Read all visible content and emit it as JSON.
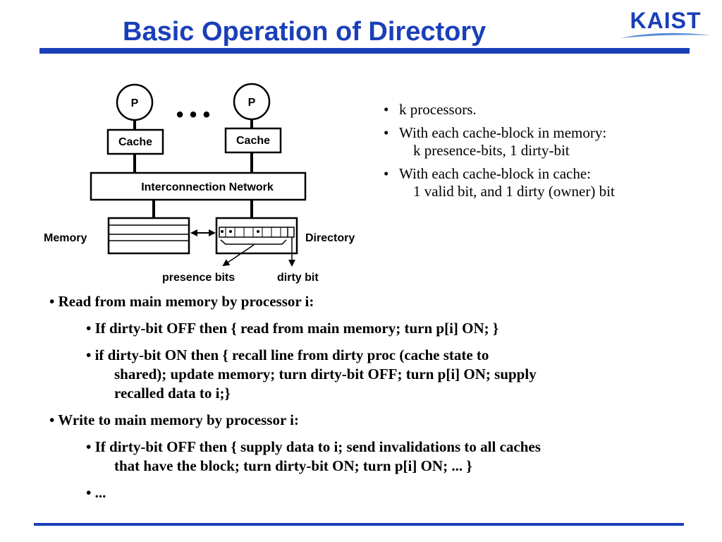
{
  "slide": {
    "title": "Basic Operation of Directory",
    "logo_text": "KAIST"
  },
  "colors": {
    "accent": "#1a3fb8",
    "text": "#000000",
    "background": "#ffffff"
  },
  "diagram": {
    "processor_left": "P",
    "processor_right": "P",
    "ellipsis": "• • •",
    "cache_left": "Cache",
    "cache_right": "Cache",
    "network": "Interconnection Network",
    "memory": "Memory",
    "directory": "Directory",
    "presence_bits": "presence bits",
    "dirty_bit": "dirty bit"
  },
  "right_bullets": [
    {
      "marker": "•",
      "text": "k processors.",
      "sub": ""
    },
    {
      "marker": "•",
      "text": "With each cache-block in memory:",
      "sub": "k  presence-bits, 1 dirty-bit"
    },
    {
      "marker": "•",
      "text": "With each cache-block in cache:",
      "sub": "1 valid bit, and 1 dirty (owner) bit"
    }
  ],
  "main_bullets": {
    "read_heading": "• Read from main memory by processor i:",
    "read_off": "• If dirty-bit OFF then { read from main memory; turn p[i] ON; }",
    "read_on_line1": "• if dirty-bit ON   then { recall line from dirty proc (cache state to",
    "read_on_line2": "shared); update memory; turn dirty-bit OFF; turn p[i] ON; supply",
    "read_on_line3": "recalled data to i;}",
    "write_heading": "• Write to main memory by processor i:",
    "write_off_line1": "• If dirty-bit OFF then { supply data to i; send invalidations to all caches",
    "write_off_line2": "that have the block; turn dirty-bit ON; turn p[i] ON; ... }",
    "write_more": "• ..."
  }
}
